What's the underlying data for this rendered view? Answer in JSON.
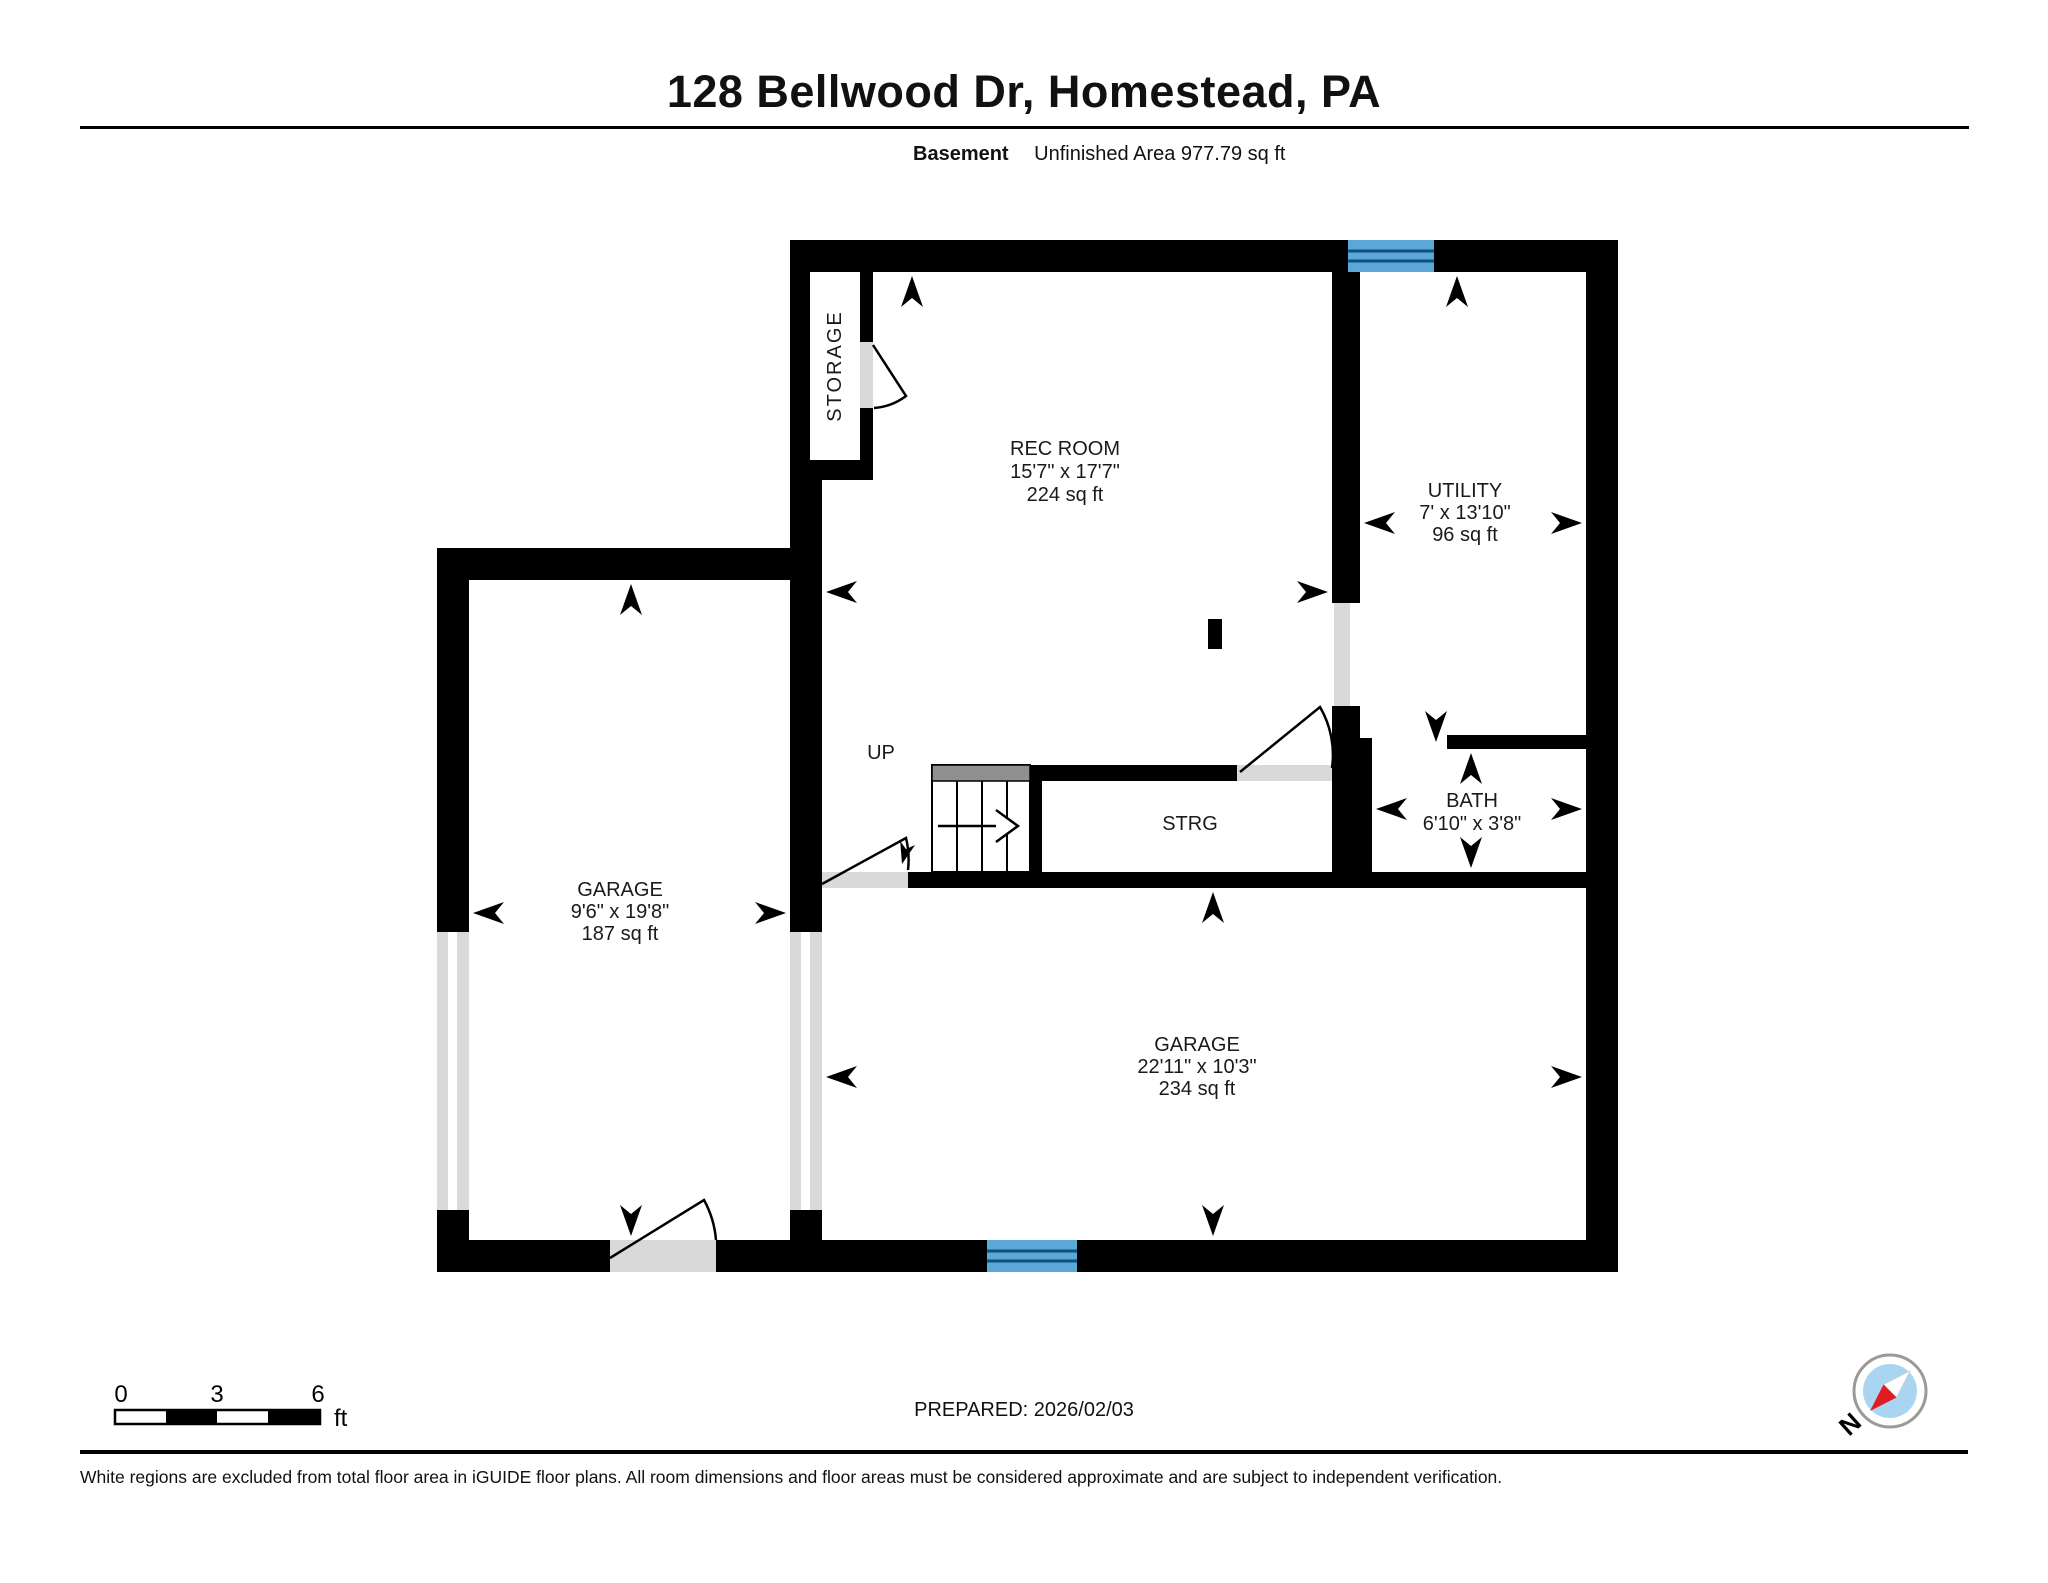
{
  "header": {
    "title": "128 Bellwood Dr, Homestead, PA",
    "floor_label": "Basement",
    "area_label": "Unfinished Area 977.79 sq ft"
  },
  "rooms": {
    "rec_room": {
      "name": "REC ROOM",
      "dims": "15'7\" x 17'7\"",
      "area": "224 sq ft"
    },
    "utility": {
      "name": "UTILITY",
      "dims": "7' x 13'10\"",
      "area": "96 sq ft"
    },
    "bath": {
      "name": "BATH",
      "dims": "6'10\" x 3'8\""
    },
    "garage_left": {
      "name": "GARAGE",
      "dims": "9'6\" x 19'8\"",
      "area": "187 sq ft"
    },
    "garage_bottom": {
      "name": "GARAGE",
      "dims": "22'11\" x 10'3\"",
      "area": "234 sq ft"
    },
    "storage": {
      "name": "STORAGE"
    },
    "strg": {
      "name": "STRG"
    },
    "stairs_label": "UP"
  },
  "scale_bar": {
    "ticks": [
      "0",
      "3",
      "6"
    ],
    "unit": "ft"
  },
  "compass": {
    "label": "N"
  },
  "footer": {
    "prepared": "PREPARED: 2026/02/03",
    "disclaimer": "White regions are excluded from total floor area in iGUIDE floor plans. All room dimensions and floor areas must be considered approximate and are subject to independent verification."
  },
  "colors": {
    "wall": "#000000",
    "window_blue": "#5BA8D8",
    "window_line": "#0F507D",
    "door_gray": "#D9D9D9",
    "stair_landing": "#909090",
    "compass_blue": "#A9D5F2",
    "compass_red": "#E11B22"
  }
}
